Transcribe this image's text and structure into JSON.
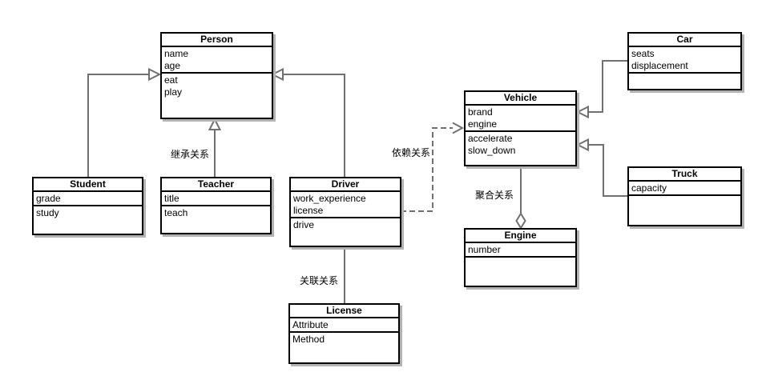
{
  "diagram": {
    "type": "uml-class-diagram",
    "classes": [
      {
        "name": "Person",
        "attributes": [
          "name",
          "age"
        ],
        "methods": [
          "eat",
          "play"
        ]
      },
      {
        "name": "Student",
        "attributes": [
          "grade"
        ],
        "methods": [
          "study"
        ]
      },
      {
        "name": "Teacher",
        "attributes": [
          "title"
        ],
        "methods": [
          "teach"
        ]
      },
      {
        "name": "Driver",
        "attributes": [
          "work_experience",
          "license"
        ],
        "methods": [
          "drive"
        ]
      },
      {
        "name": "License",
        "attributes": [
          "Attribute"
        ],
        "methods": [
          "Method"
        ]
      },
      {
        "name": "Vehicle",
        "attributes": [
          "brand",
          "engine"
        ],
        "methods": [
          "accelerate",
          "slow_down"
        ]
      },
      {
        "name": "Engine",
        "attributes": [
          "number"
        ],
        "methods": []
      },
      {
        "name": "Car",
        "attributes": [
          "seats",
          "displacement"
        ],
        "methods": []
      },
      {
        "name": "Truck",
        "attributes": [
          "capacity"
        ],
        "methods": []
      }
    ],
    "edge_labels": {
      "inheritance": "继承关系",
      "dependency": "依赖关系",
      "association": "关联关系",
      "aggregation": "聚合关系"
    },
    "relationships": [
      {
        "from": "Student",
        "to": "Person",
        "type": "inheritance"
      },
      {
        "from": "Teacher",
        "to": "Person",
        "type": "inheritance"
      },
      {
        "from": "Driver",
        "to": "Person",
        "type": "inheritance"
      },
      {
        "from": "Driver",
        "to": "License",
        "type": "association"
      },
      {
        "from": "Driver",
        "to": "Vehicle",
        "type": "dependency"
      },
      {
        "from": "Engine",
        "to": "Vehicle",
        "type": "aggregation"
      },
      {
        "from": "Car",
        "to": "Vehicle",
        "type": "inheritance"
      },
      {
        "from": "Truck",
        "to": "Vehicle",
        "type": "inheritance"
      }
    ],
    "colors": {
      "box_border": "#000000",
      "box_fill": "#ffffff",
      "box_shadow": "#b3b3b3",
      "edge_stroke": "#707070",
      "label_text": "#000000"
    }
  }
}
